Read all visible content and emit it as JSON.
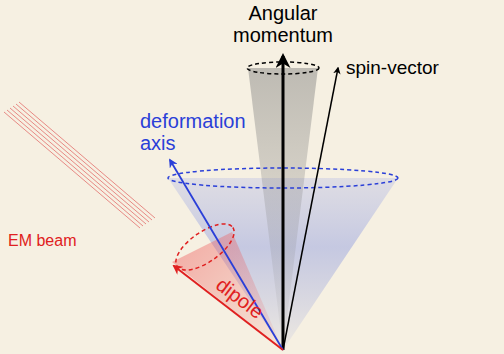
{
  "diagram": {
    "labels": [
      "Angular momentum",
      "spin-vector",
      "deformation axis",
      "EM beam",
      "dipole"
    ]
  }
}
